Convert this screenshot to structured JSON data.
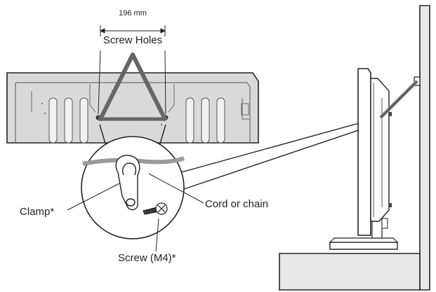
{
  "diagram": {
    "dimension_label": "196 mm",
    "screw_holes_label": "Screw Holes",
    "clamp_label": "Clamp*",
    "cord_label": "Cord or chain",
    "screw_label": "Screw (M4)*"
  },
  "colors": {
    "line": "#222222",
    "panel_back": "#d9d9d9",
    "panel_detail": "#8a8a8a",
    "cord": "#9a9a9a",
    "wall": "#e8e8e8",
    "cord_sleeve": "#bdbdbd"
  }
}
